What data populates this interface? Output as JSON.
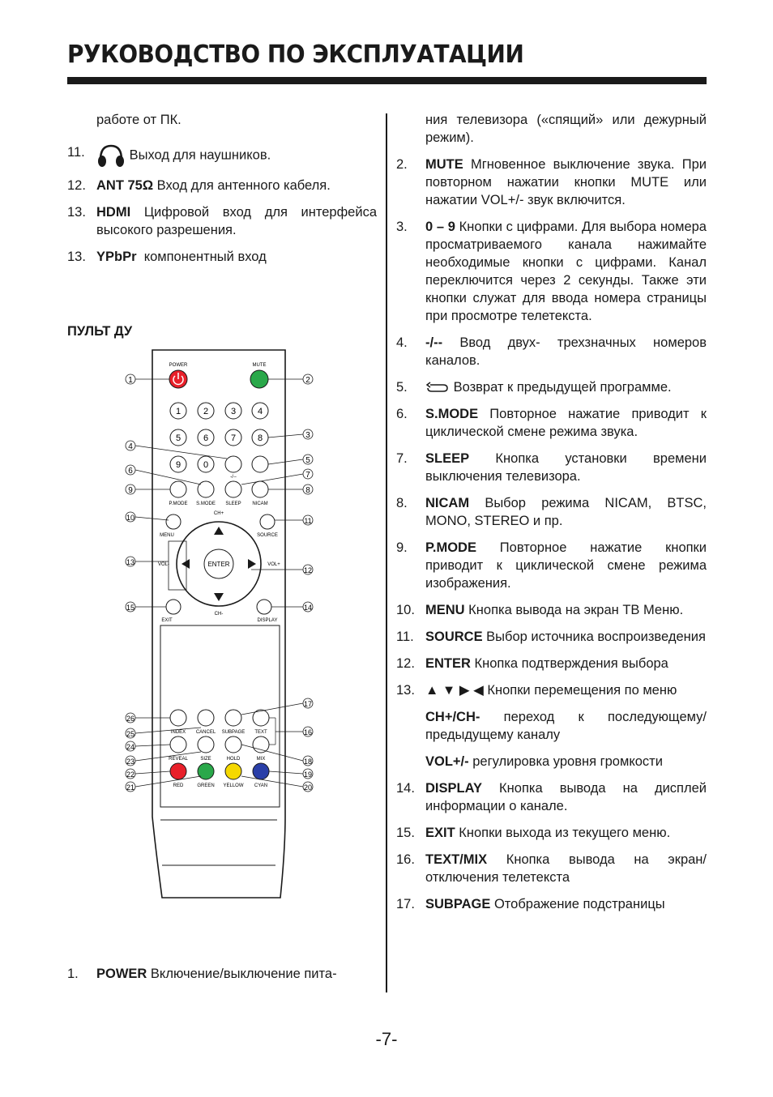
{
  "header": {
    "title": "РУКОВОДСТВО ПО ЭКСПЛУАТАЦИИ"
  },
  "left": {
    "continuation": "работе от ПК.",
    "items": [
      {
        "num": "11.",
        "key": "",
        "text": "Выход для наушников.",
        "icon": "headphones-icon"
      },
      {
        "num": "12.",
        "key": "ANT 75Ω",
        "text": " Вход для антенного кабеля."
      },
      {
        "num": "13.",
        "key": "HDMI",
        "text": " Цифровой вход для интерфейса высокого разрешения."
      },
      {
        "num": "13.",
        "key": "YPbPr",
        "text": "  компонентный вход"
      }
    ],
    "section_title": "ПУЛЬТ ДУ",
    "bottom_item": {
      "num": "1.",
      "key": "POWER",
      "text": " Включение/выключение пита-"
    }
  },
  "right": {
    "continuation": "ния телевизора («спящий» или дежурный режим).",
    "items": [
      {
        "num": "2.",
        "key": "MUTE",
        "text": " Мгновенное выключение звука. При повторном нажатии кнопки MUTE или нажатии VOL+/- звук включится."
      },
      {
        "num": "3.",
        "key": "0 – 9",
        "text": " Кнопки с цифрами. Для выбора номера просматриваемого канала нажимайте необходимые кнопки с цифрами. Канал переключится через 2 секунды. Также эти кнопки служат для ввода номера страницы при просмотре телетекста."
      },
      {
        "num": "4.",
        "key": "-/--",
        "text": " Ввод двух- трехзначных номеров каналов."
      },
      {
        "num": "5.",
        "key": "",
        "text": " Возврат к предыдущей программе.",
        "icon": "recall-icon"
      },
      {
        "num": "6.",
        "key": "S.MODE",
        "text": " Повторное нажатие приводит к циклической смене режима звука."
      },
      {
        "num": "7.",
        "key": "SLEEP",
        "text": " Кнопка установки времени выключения телевизора."
      },
      {
        "num": "8.",
        "key": "NICAM",
        "text": " Выбор режима NICAM, BTSC, MONO, STEREO и пр."
      },
      {
        "num": "9.",
        "key": "P.MODE",
        "text": " Повторное нажатие кнопки приводит к циклической смене режима изображения."
      },
      {
        "num": "10.",
        "key": "MENU",
        "text": " Кнопка вывода на экран ТВ Меню."
      },
      {
        "num": "11.",
        "key": "SOURCE",
        "text": " Выбор источника воспроизведения"
      },
      {
        "num": "12.",
        "key": "ENTER",
        "text": " Кнопка подтверждения выбора"
      },
      {
        "num": "13.",
        "key": "",
        "text": "▲ ▼ ▶ ◀ Кнопки перемещения по меню"
      }
    ],
    "sub13a_key": "CH+/CH-",
    "sub13a_text": " переход к последующему/ предыдущему каналу",
    "sub13b_key": "VOL+/-",
    "sub13b_text": " регулировка уровня громкости",
    "items2": [
      {
        "num": "14.",
        "key": "DISPLAY",
        "text": " Кнопка вывода на дисплей информации о канале."
      },
      {
        "num": "15.",
        "key": "EXIT",
        "text": " Кнопки выхода из текущего меню."
      },
      {
        "num": "16.",
        "key": "TEXT/MIX",
        "text": " Кнопка вывода на экран/отключения телетекста"
      },
      {
        "num": "17.",
        "key": "SUBPAGE",
        "text": " Отображение подстраницы"
      }
    ]
  },
  "remote": {
    "labels": {
      "power": "POWER",
      "mute": "MUTE",
      "pmode": "P.MODE",
      "smode": "S.MODE",
      "sleep": "SLEEP",
      "nicam": "NICAM",
      "chplus": "CH+",
      "chminus": "CH-",
      "menu": "MENU",
      "source": "SOURCE",
      "vol": "VOL-",
      "volplus": "VOL+",
      "enter": "ENTER",
      "exit": "EXIT",
      "display": "DISPLAY",
      "index": "INDEX",
      "cancel": "CANCEL",
      "subpage": "SUBPAGE",
      "text": "TEXT",
      "reveal": "REVEAL",
      "size": "SIZE",
      "hold": "HOLD",
      "mix": "MIX",
      "red": "RED",
      "green": "GREEN",
      "yellow": "YELLOW",
      "cyan": "CYAN",
      "dash": "-/--"
    },
    "digits": [
      "1",
      "2",
      "3",
      "4",
      "5",
      "6",
      "7",
      "8",
      "9",
      "0"
    ],
    "callouts": [
      "1",
      "2",
      "3",
      "4",
      "5",
      "6",
      "7",
      "8",
      "9",
      "10",
      "11",
      "12",
      "13",
      "14",
      "15",
      "16",
      "17",
      "18",
      "19",
      "20",
      "21",
      "22",
      "23",
      "24",
      "25",
      "26"
    ],
    "colors": {
      "power": "#e8202a",
      "mute": "#2aa84a",
      "red": "#e8202a",
      "green": "#2aa84a",
      "yellow": "#f5d800",
      "cyan": "#2a3fa8"
    }
  },
  "footer": {
    "page": "-7-"
  }
}
